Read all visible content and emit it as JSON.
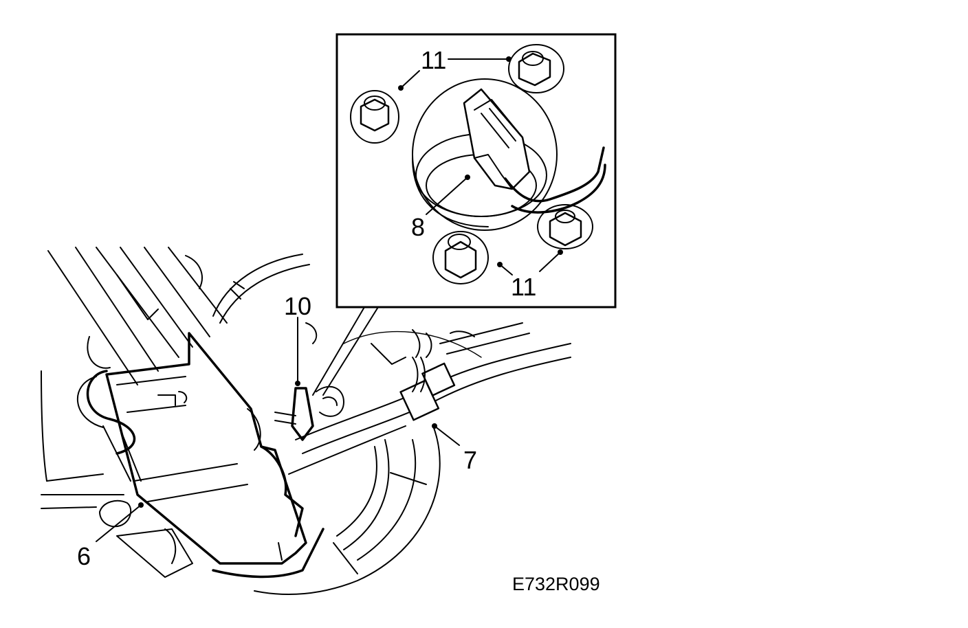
{
  "callouts": {
    "c6": "6",
    "c7": "7",
    "c8": "8",
    "c10": "10",
    "c11_top": "11",
    "c11_bottom": "11"
  },
  "figure_code": "E732R099"
}
